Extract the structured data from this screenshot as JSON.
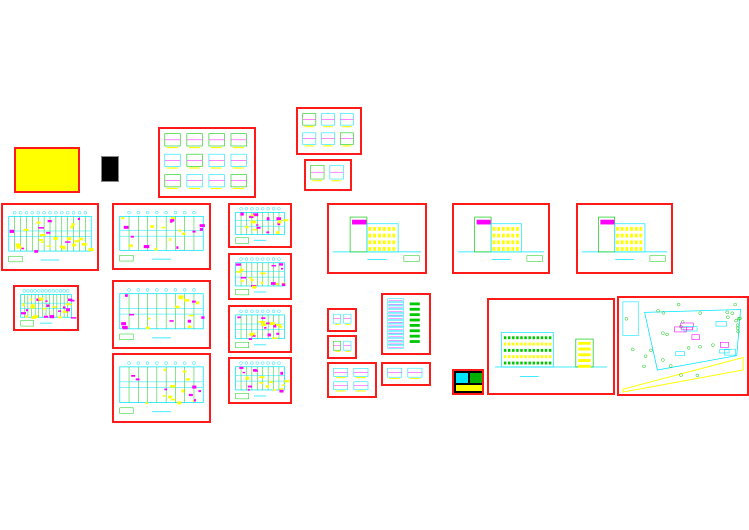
{
  "canvas": {
    "background": "#ffffff"
  },
  "colors": {
    "frame": "#ff1a1a",
    "cyan": "#00e5ff",
    "green": "#00c800",
    "magenta": "#ff00ff",
    "yellow": "#ffff00",
    "dark": "#000000"
  },
  "sheets": [
    {
      "kind": "plan-long"
    },
    {
      "kind": "plan-long"
    },
    {
      "kind": "plan-wide"
    },
    {
      "kind": "plan-wide"
    },
    {
      "kind": "plan-wide"
    },
    {
      "kind": "plan-wide"
    },
    {
      "kind": "plan-wide"
    },
    {
      "kind": "plan-wide"
    },
    {
      "kind": "plan-wide"
    },
    {
      "kind": "details"
    },
    {
      "kind": "details"
    },
    {
      "kind": "details"
    },
    {
      "kind": "elevation"
    },
    {
      "kind": "elevation"
    },
    {
      "kind": "elevation"
    },
    {
      "kind": "details"
    },
    {
      "kind": "details"
    },
    {
      "kind": "details"
    },
    {
      "kind": "stair-section"
    },
    {
      "kind": "details"
    },
    {
      "kind": "elevation-long"
    },
    {
      "kind": "site-plan"
    }
  ]
}
